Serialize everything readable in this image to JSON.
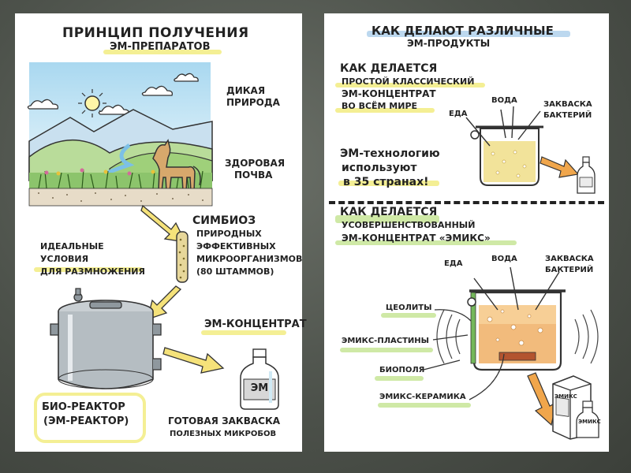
{
  "left": {
    "title_line1": "ПРИНЦИП ПОЛУЧЕНИЯ",
    "title_line2": "ЭМ-препаратов",
    "wild_line1": "ДИКАЯ",
    "wild_line2": "ПРИРОДА",
    "soil_line1": "ЗДОРОВАЯ",
    "soil_line2": "ПОЧВА",
    "symbiosis_title": "СИМБИОЗ",
    "symbiosis_line1": "природных",
    "symbiosis_line2": "эффективных",
    "symbiosis_line3": "микроорганизмов",
    "symbiosis_line4": "(80 штаммов)",
    "ideal_line1": "ИДЕАЛЬНЫЕ",
    "ideal_line2": "УСЛОВИЯ",
    "ideal_line3": "ДЛЯ РАЗМНОЖЕНИЯ",
    "concentrate": "ЭМ-концентрат",
    "bottle_label": "ЭМ",
    "reactor_line1": "БИО-реактор",
    "reactor_line2": "(ЭМ-реактор)",
    "starter_line1": "ГОТОВАЯ ЗАКВАСКА",
    "starter_line2": "полезных микробов"
  },
  "right": {
    "title_line1": "КАК ДЕЛАЮТ РАЗЛИЧНЫЕ",
    "title_line2": "ЭМ-продукты",
    "classic_title": "КАК ДЕЛАЕТСЯ",
    "classic_line1": "простой классический",
    "classic_line2": "ЭМ-концентрат",
    "classic_line3": "во всём мире",
    "food": "ЕДА",
    "water": "ВОДА",
    "starter_line1": "ЗАКВАСКА",
    "starter_line2": "БАКТЕРИЙ",
    "tech_line1": "ЭМ-технологию",
    "tech_line2": "используют",
    "tech_line3": "в 35 странах!",
    "improved_title": "КАК ДЕЛАЕТСЯ",
    "improved_line1": "усовершенствованный",
    "improved_line2": "ЭМ-концентрат «ЭМИКС»",
    "food2": "ЕДА",
    "water2": "ВОДА",
    "starter2_line1": "ЗАКВАСКА",
    "starter2_line2": "БАКТЕРИЙ",
    "zeolites": "ЦЕОЛИТЫ",
    "plates": "ЭМИКС-ПЛАСТИНЫ",
    "biofields": "БИОПОЛЯ",
    "ceramics": "ЭМИКС-КЕРАМИКА",
    "box_label": "ЭМИКС",
    "bottle2_label": "ЭМИКС"
  },
  "colors": {
    "background": "#4d524b",
    "panel": "#ffffff",
    "highlight_yellow": "#f4ef94",
    "highlight_green": "#cfe9a6",
    "highlight_blue": "#bcd8ef",
    "arrow_orange": "#f0a64c",
    "arrow_yellow": "#f5e27a"
  }
}
